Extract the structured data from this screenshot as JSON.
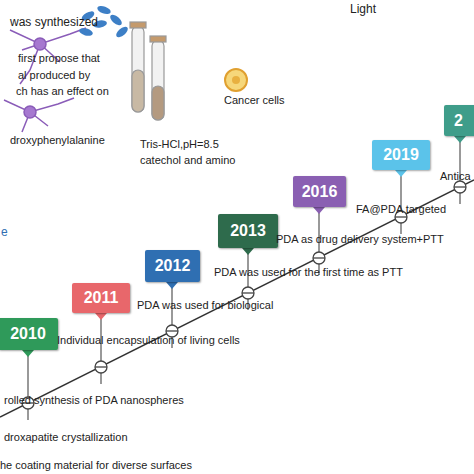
{
  "diagram": {
    "nodes": [
      {
        "text": [
          "2010"
        ]
      },
      {
        "text": [
          "2011"
        ]
      },
      {
        "text": [
          "2012"
        ]
      },
      {
        "text": [
          "2013"
        ]
      },
      {
        "text": [
          "2016"
        ]
      },
      {
        "text": [
          "2019"
        ]
      },
      {
        "text": [
          "2"
        ]
      }
    ],
    "labels": [
      "was synthesized",
      "first propose that",
      "al produced by",
      "ch has an effect on",
      "droxyphenylalanine",
      "Light",
      "Cancer cells",
      "Tris-HCl,pH=8.5",
      "catechol and amino",
      "Antica",
      "FA@PDA targeted",
      "PDA as drug delivery system+PTT",
      "PDA was used for the first time as PTT",
      "PDA was used for biological",
      "Individual encapsulation of living cells",
      "rolled synthesis of PDA nanospheres",
      "droxapatite crystallization",
      "he coating material for diverse surfaces",
      "e"
    ]
  }
}
